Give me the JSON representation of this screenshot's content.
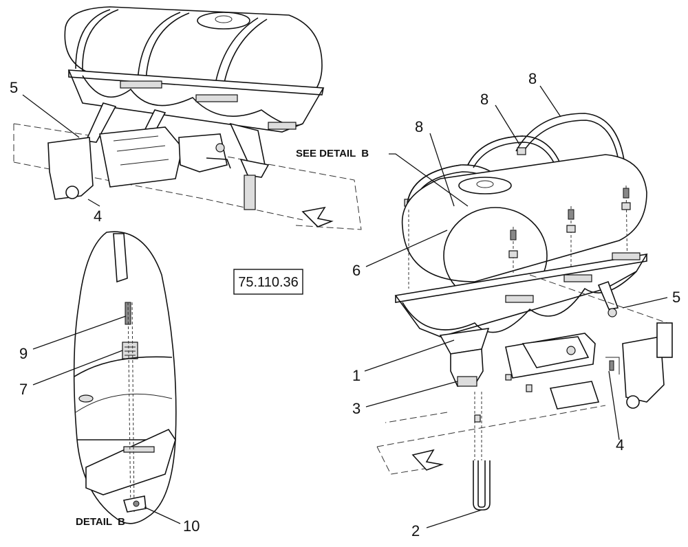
{
  "reference_number": "75.110.36",
  "see_detail_label": "SEE DETAIL  B",
  "detail_label": "DETAIL  B",
  "callouts": {
    "c1": "1",
    "c2": "2",
    "c3": "3",
    "c4_left": "4",
    "c4_right": "4",
    "c5_left": "5",
    "c5_right": "5",
    "c6": "6",
    "c7": "7",
    "c8_a": "8",
    "c8_b": "8",
    "c8_c": "8",
    "c9": "9",
    "c10": "10"
  }
}
